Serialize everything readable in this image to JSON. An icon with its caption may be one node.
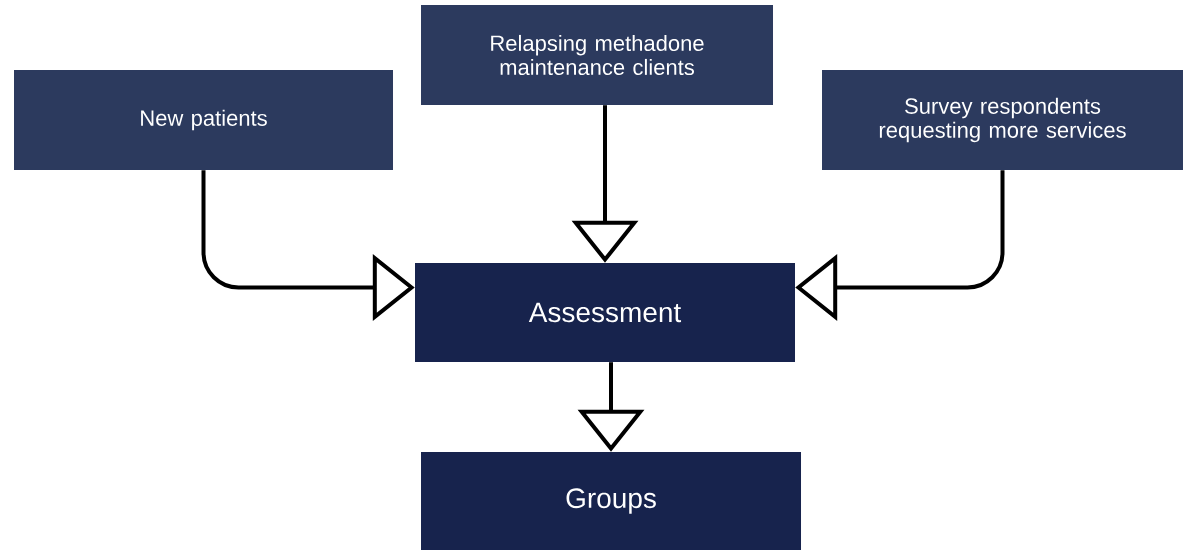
{
  "diagram": {
    "nodes": [
      {
        "text": [
          "New patients"
        ]
      },
      {
        "text": [
          "Relapsing methadone maintenance clients"
        ]
      },
      {
        "text": [
          "Survey respondents requesting more services"
        ]
      },
      {
        "text": [
          "Assessment"
        ]
      },
      {
        "text": [
          "Groups"
        ]
      }
    ],
    "edges": [
      {
        "from": 0,
        "to": 3,
        "arrow": "to"
      },
      {
        "from": 1,
        "to": 3,
        "arrow": "to"
      },
      {
        "from": 2,
        "to": 3,
        "arrow": "to"
      },
      {
        "from": 3,
        "to": 4,
        "arrow": "to"
      }
    ]
  }
}
